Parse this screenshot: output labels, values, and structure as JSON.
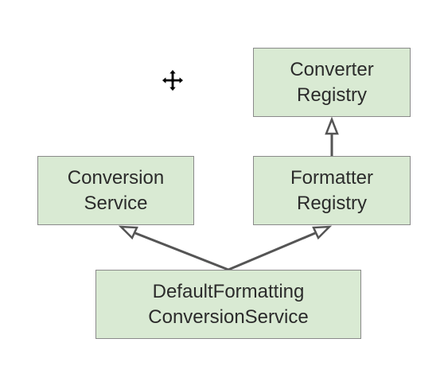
{
  "diagram": {
    "nodes": {
      "converter_registry": {
        "line1": "Converter",
        "line2": "Registry"
      },
      "conversion_service": {
        "line1": "Conversion",
        "line2": "Service"
      },
      "formatter_registry": {
        "line1": "Formatter",
        "line2": "Registry"
      },
      "default_formatting_conversion_service": {
        "line1": "DefaultFormatting",
        "line2": "ConversionService"
      }
    },
    "edges": [
      {
        "from": "formatter_registry",
        "to": "converter_registry",
        "type": "inheritance"
      },
      {
        "from": "default_formatting_conversion_service",
        "to": "conversion_service",
        "type": "inheritance"
      },
      {
        "from": "default_formatting_conversion_service",
        "to": "formatter_registry",
        "type": "inheritance"
      }
    ],
    "colors": {
      "node_fill": "#d9ead3",
      "node_border": "#8a8a8a",
      "arrow": "#555555",
      "text": "#2b2b2b"
    }
  },
  "cursor": {
    "icon": "move-cursor-icon"
  }
}
